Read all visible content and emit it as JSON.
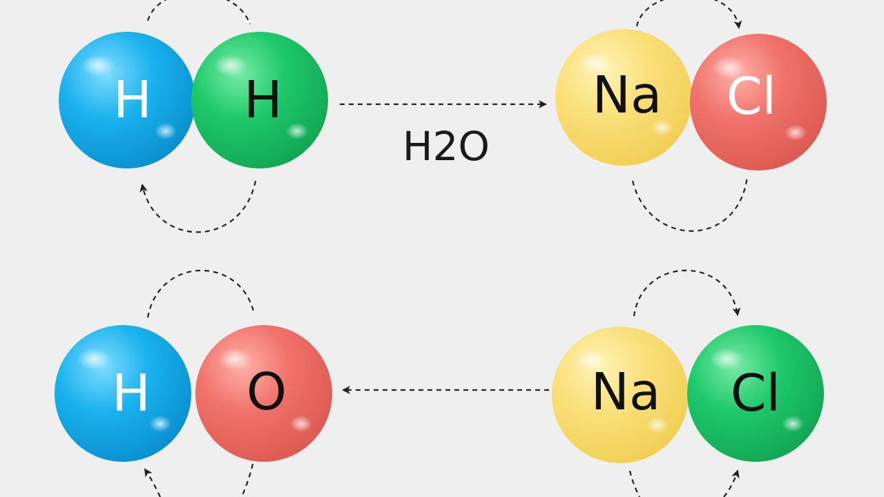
{
  "colors": {
    "background": "#efefef",
    "hydrogen_blue": "#1ab2ee",
    "green": "#1ec96a",
    "red": "#f0726a",
    "yellow": "#fae07a",
    "arrow": "#222222"
  },
  "top_left_molecule": {
    "atom_1": "H",
    "atom_2": "H"
  },
  "top_right_molecule": {
    "atom_1": "Na",
    "atom_2": "Cl"
  },
  "middle_label": "H2O",
  "bottom_left_molecule": {
    "atom_1": "H",
    "atom_2": "O"
  },
  "bottom_right_molecule": {
    "atom_1": "Na",
    "atom_2": "Cl"
  }
}
